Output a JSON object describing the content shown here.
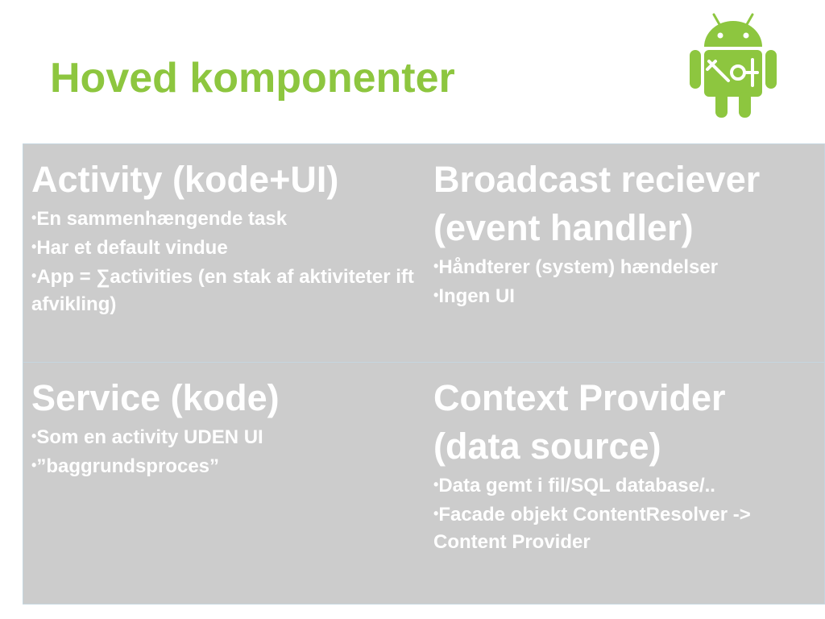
{
  "slide": {
    "title": "Hoved komponenter",
    "colors": {
      "title": "#8dc63f",
      "cell_bg": "#cccccc",
      "text": "#ffffff"
    },
    "logo_icon": "android-robot-icon"
  },
  "components": [
    {
      "heading": "Activity (kode+UI)",
      "bullets": [
        "En sammenhængende task",
        "Har et default vindue",
        "App = ∑activities (en stak af aktiviteter ift afvikling)"
      ]
    },
    {
      "heading": "Broadcast reciever (event handler)",
      "bullets": [
        "Håndterer (system) hændelser",
        "Ingen UI"
      ]
    },
    {
      "heading": "Service (kode)",
      "bullets": [
        "Som en activity UDEN UI",
        "”baggrundsproces”"
      ]
    },
    {
      "heading": "Context Provider (data source)",
      "bullets": [
        "Data gemt i fil/SQL database/..",
        "Facade objekt ContentResolver -> Content Provider"
      ]
    }
  ]
}
